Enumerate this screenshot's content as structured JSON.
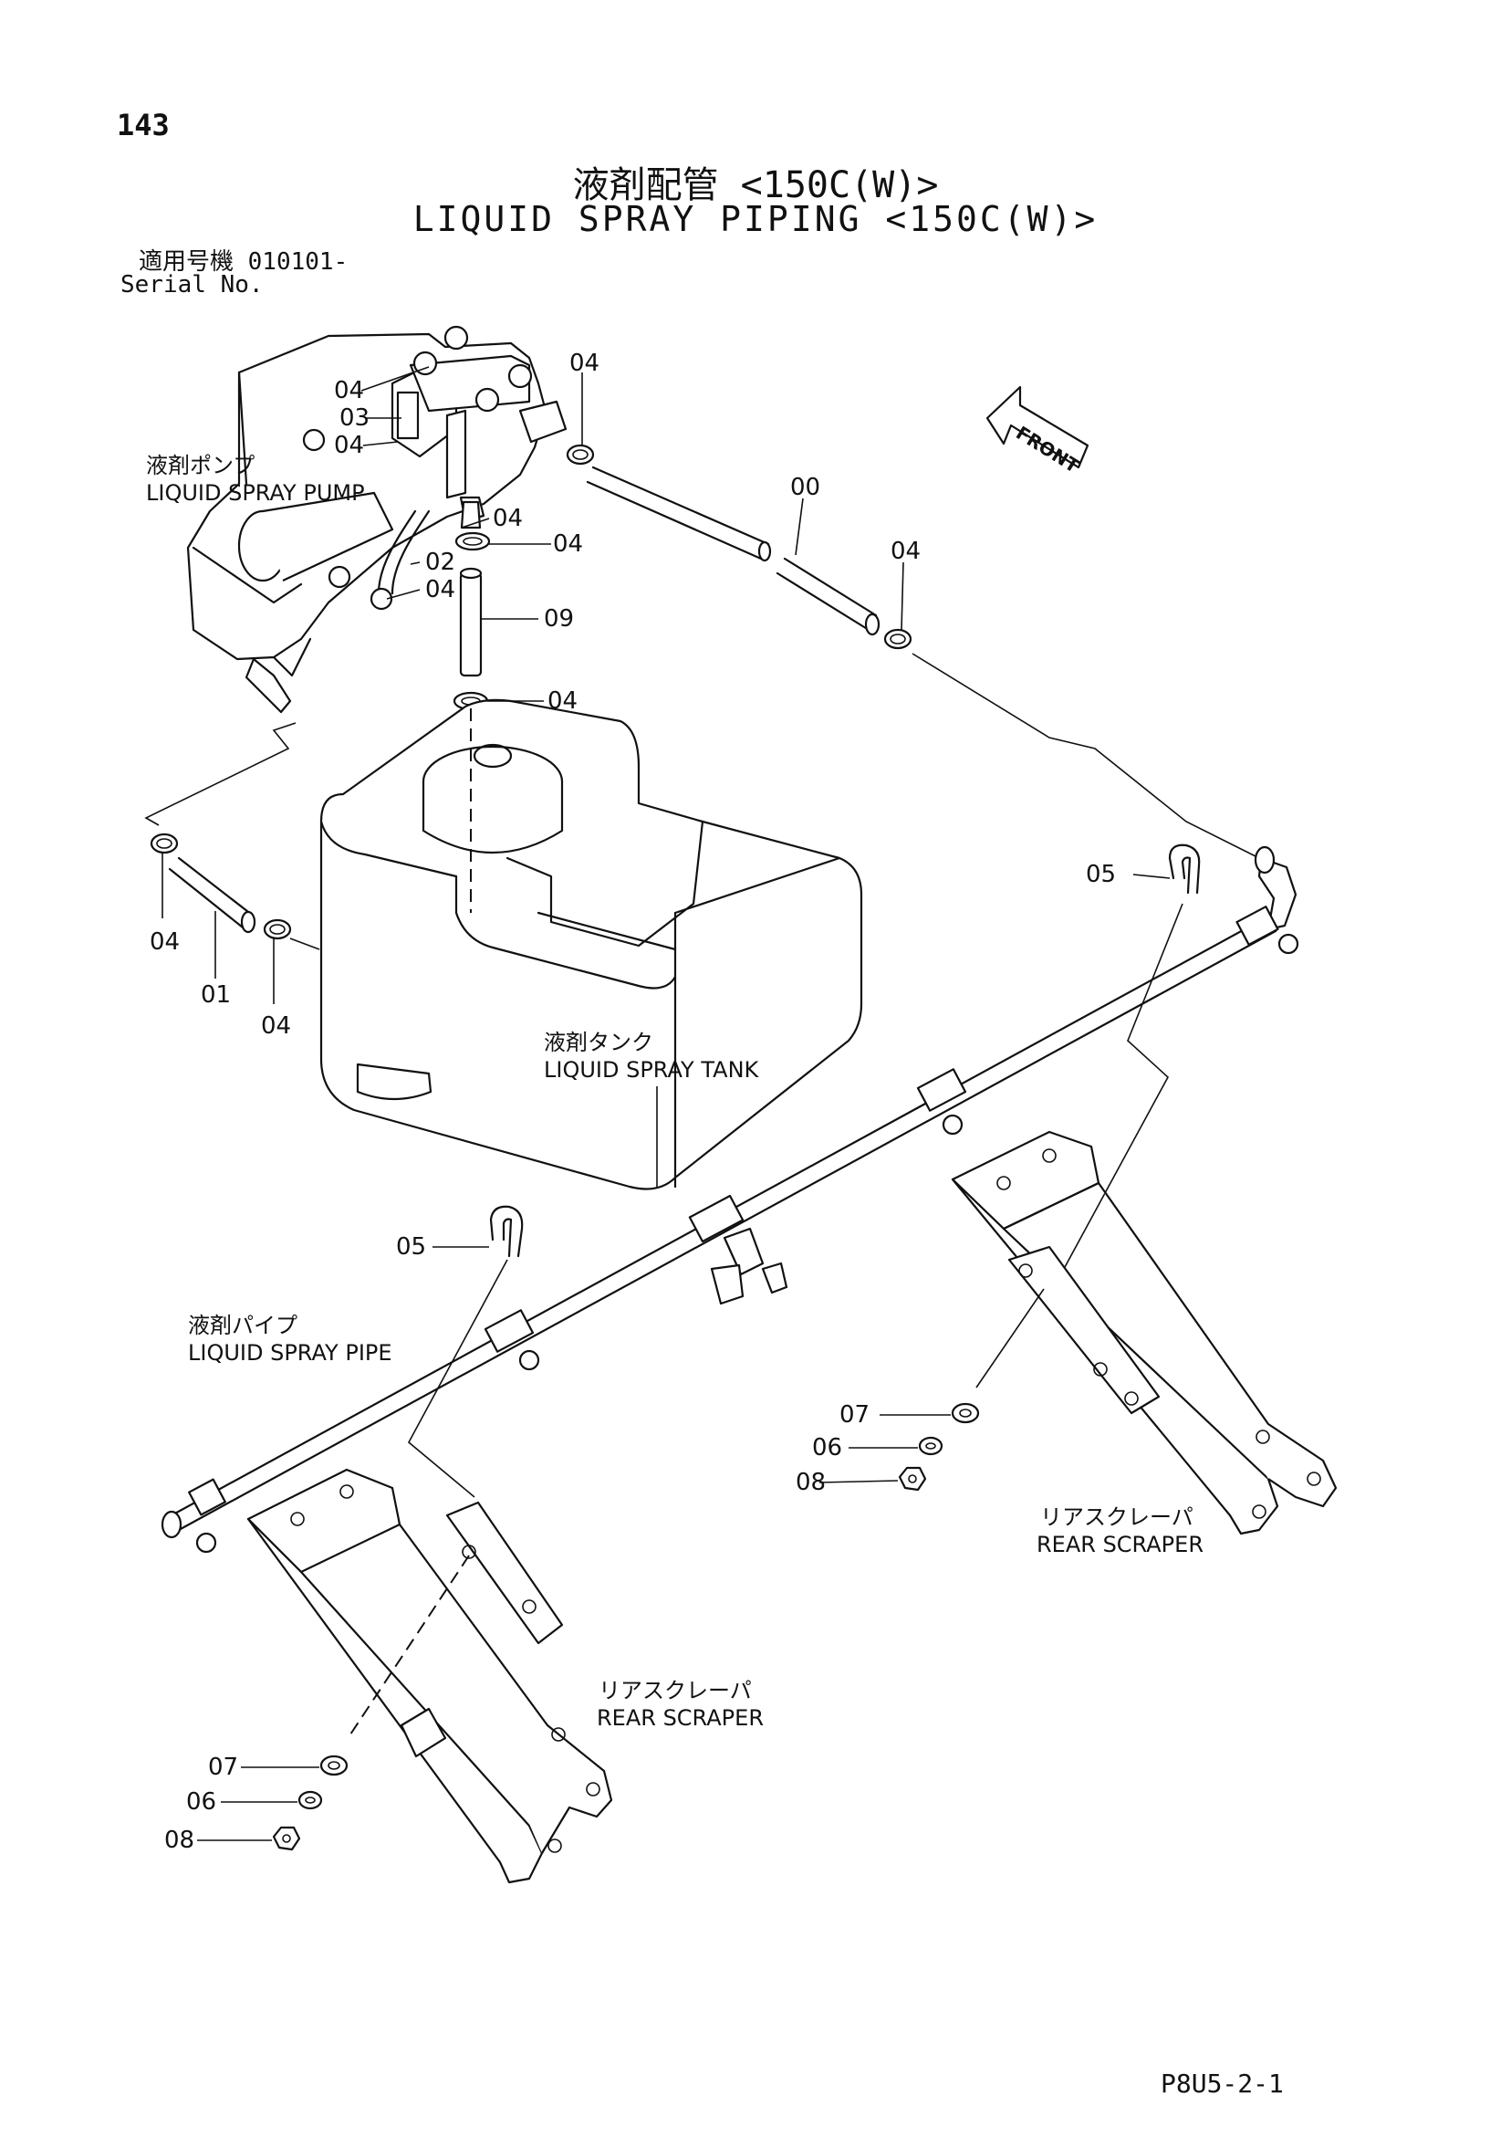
{
  "header": {
    "page_number": "143",
    "title_jp": "液剤配管 <150C(W)>",
    "title_en": "LIQUID SPRAY PIPING <150C(W)>",
    "serial_jp": "適用号機  010101-",
    "serial_en": "Serial No."
  },
  "footer": {
    "figure_code": "P8U5-2-1"
  },
  "front_arrow": {
    "label": "FRONT"
  },
  "components": {
    "pump": {
      "jp": "液剤ポンプ",
      "en": "LIQUID SPRAY PUMP"
    },
    "tank": {
      "jp": "液剤タンク",
      "en": "LIQUID SPRAY TANK"
    },
    "pipe": {
      "jp": "液剤パイプ",
      "en": "LIQUID SPRAY PIPE"
    },
    "scraper_right": {
      "jp": "リアスクレーパ",
      "en": "REAR SCRAPER"
    },
    "scraper_left": {
      "jp": "リアスクレーパ",
      "en": "REAR SCRAPER"
    }
  },
  "callouts": {
    "c04_pump_top": "04",
    "c03": "03",
    "c04_pump_mid": "04",
    "c04_hose_end": "04",
    "c00": "00",
    "c04_hose_right": "04",
    "c04_pump_out": "04",
    "c04_b": "04",
    "c02": "02",
    "c04_c": "04",
    "c09": "09",
    "c04_tank": "04",
    "c04_left_top": "04",
    "c01": "01",
    "c04_left_bottom": "04",
    "c05_right": "05",
    "c05_left": "05",
    "c07_right": "07",
    "c06_right": "06",
    "c08_right": "08",
    "c07_left": "07",
    "c06_left": "06",
    "c08_left": "08"
  }
}
